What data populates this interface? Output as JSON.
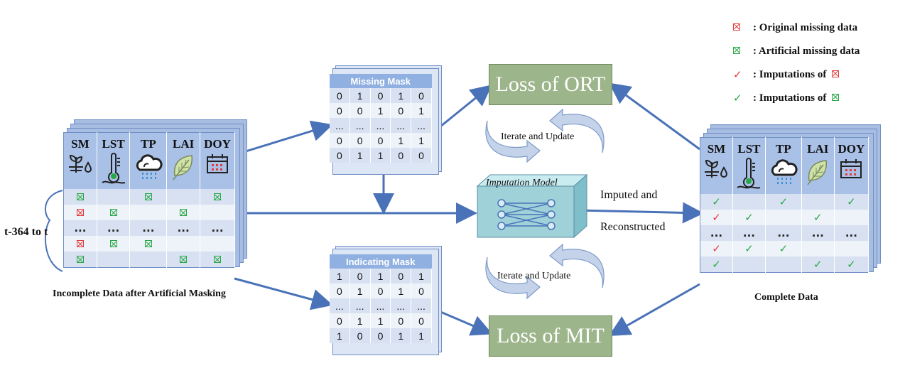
{
  "legend": [
    {
      "symbol": "xbox-red",
      "text": ": Original missing data"
    },
    {
      "symbol": "xbox-green",
      "text": ": Artificial missing data"
    },
    {
      "symbol": "check-red",
      "text": ": Imputations of",
      "suffix": "xbox-red"
    },
    {
      "symbol": "check-green",
      "text": ": Imputations of",
      "suffix": "xbox-green"
    }
  ],
  "columns": [
    "SM",
    "LST",
    "TP",
    "LAI",
    "DOY"
  ],
  "column_icons": [
    "soil-moisture-icon",
    "thermometer-icon",
    "rain-cloud-icon",
    "leaf-icon",
    "calendar-icon"
  ],
  "incomplete": {
    "caption": "Incomplete Data after Artificial Masking",
    "time_label": "t-364 to t",
    "rows": [
      [
        "g",
        "",
        "g",
        "",
        "g"
      ],
      [
        "r",
        "g",
        "",
        "g",
        ""
      ],
      [
        "...",
        "...",
        "...",
        "...",
        "..."
      ],
      [
        "r",
        "g",
        "g",
        "",
        ""
      ],
      [
        "g",
        "",
        "",
        "g",
        "g"
      ]
    ]
  },
  "complete": {
    "caption": "Complete Data",
    "rows": [
      [
        "g",
        "",
        "g",
        "",
        "g"
      ],
      [
        "r",
        "g",
        "",
        "g",
        ""
      ],
      [
        "...",
        "...",
        "...",
        "...",
        "..."
      ],
      [
        "r",
        "g",
        "g",
        "",
        ""
      ],
      [
        "g",
        "",
        "",
        "g",
        "g"
      ]
    ]
  },
  "missing_mask": {
    "title": "Missing Mask",
    "rows": [
      [
        "0",
        "1",
        "0",
        "1",
        "0"
      ],
      [
        "0",
        "0",
        "1",
        "0",
        "1"
      ],
      [
        "...",
        "...",
        "...",
        "...",
        "..."
      ],
      [
        "0",
        "0",
        "0",
        "1",
        "1"
      ],
      [
        "0",
        "1",
        "1",
        "0",
        "0"
      ]
    ]
  },
  "indicating_mask": {
    "title": "Indicating Mask",
    "rows": [
      [
        "1",
        "0",
        "1",
        "0",
        "1"
      ],
      [
        "0",
        "1",
        "0",
        "1",
        "0"
      ],
      [
        "...",
        "...",
        "...",
        "...",
        "..."
      ],
      [
        "0",
        "1",
        "1",
        "0",
        "0"
      ],
      [
        "1",
        "0",
        "0",
        "1",
        "1"
      ]
    ]
  },
  "loss_ort": "Loss of ORT",
  "loss_mit": "Loss of MIT",
  "iterate_top": "Iterate and Update",
  "iterate_bottom": "Iterate and Update",
  "model_label": "Imputation Model",
  "imputed_label_1": "Imputed and",
  "imputed_label_2": "Reconstructed",
  "colors": {
    "arrow": "#4a72b8",
    "header": "#a9c0e7",
    "loss": "#9cb58a",
    "model": "#9fd1d9",
    "mask_title": "#8fb0e0",
    "red": "#e23b3b",
    "green": "#27a845"
  }
}
